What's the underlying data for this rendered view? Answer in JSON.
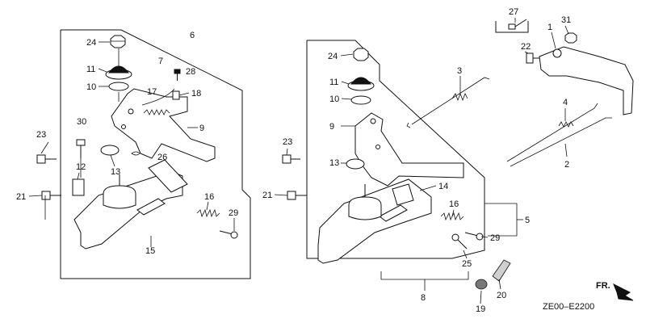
{
  "diagram": {
    "code": "ZE00–E2200",
    "direction_label": "FR."
  },
  "callouts": {
    "n1": "1",
    "n2": "2",
    "n3": "3",
    "n4": "4",
    "n5": "5",
    "n6": "6",
    "n7": "7",
    "n8": "8",
    "n9": "9",
    "n10": "10",
    "n11": "11",
    "n12": "12",
    "n13": "13",
    "n14": "14",
    "n15": "15",
    "n16": "16",
    "n17": "17",
    "n18": "18",
    "n19": "19",
    "n20": "20",
    "n21": "21",
    "n22": "22",
    "n23": "23",
    "n24": "24",
    "n25": "25",
    "n26": "26",
    "n27": "27",
    "n28": "28",
    "n29": "29",
    "n30": "30",
    "n31": "31"
  }
}
